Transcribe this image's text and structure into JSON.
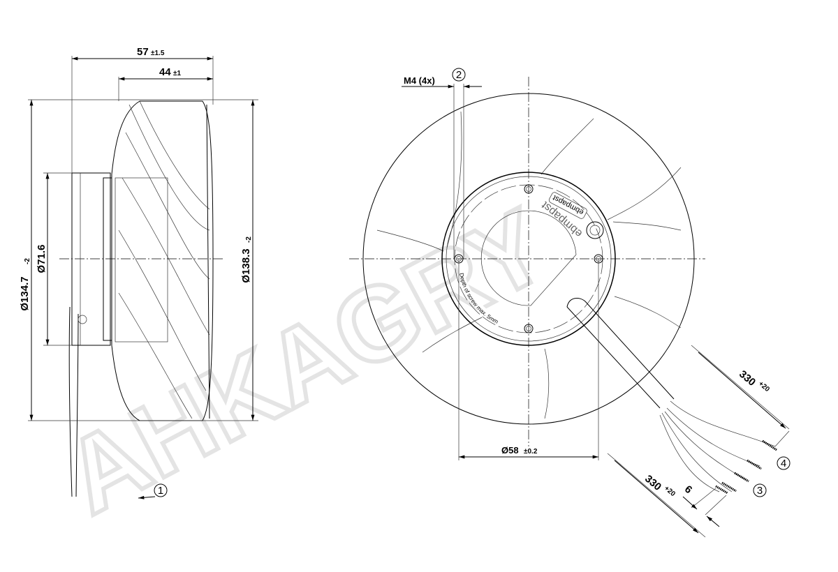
{
  "watermark": "AHKAGRY",
  "side_view": {
    "width_total": {
      "value": "57",
      "tol": "±1.5"
    },
    "width_impeller": {
      "value": "44",
      "tol": "±1"
    },
    "dia_outer_left": {
      "value": "Ø134.7",
      "tol": "-2"
    },
    "dia_flange": {
      "value": "Ø71.6"
    },
    "dia_outer_right": {
      "value": "Ø138.3",
      "tol": "-2"
    },
    "callout_1": "1"
  },
  "front_view": {
    "thread": "M4 (4x)",
    "callout_2": "2",
    "brand_label": "ebmpapst",
    "brand_print": "ebmpapst",
    "screw_note": "Depth of screw max. 5mm",
    "hole_circle": {
      "value": "Ø58",
      "tol": "±0.2"
    },
    "lead_length_a": {
      "value": "330",
      "tol": "+20"
    },
    "lead_length_b": {
      "value": "330",
      "tol": "+20"
    },
    "strip_length": "6",
    "callout_3": "3",
    "callout_4": "4"
  }
}
